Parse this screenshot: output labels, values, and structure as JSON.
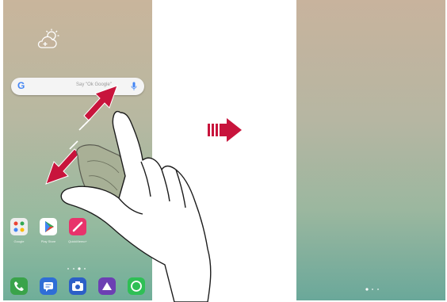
{
  "left_screen": {
    "weather_icon": "cloud-sun-icon",
    "search_bar": {
      "logo": "G",
      "hint": "Say \"Ok Google\"",
      "mic_icon": "mic-icon"
    },
    "apps": [
      {
        "name": "Google",
        "icon": "folder-icon"
      },
      {
        "name": "Play Store",
        "icon": "play-store-icon"
      },
      {
        "name": "QuickMemo+",
        "icon": "pen-icon"
      }
    ],
    "dock": [
      {
        "icon": "phone-icon",
        "color": "#3aa34a"
      },
      {
        "icon": "messages-icon",
        "color": "#2f6ed6"
      },
      {
        "icon": "camera-icon",
        "color": "#2c5fc7"
      },
      {
        "icon": "gallery-icon",
        "color": "#6c3fb3"
      },
      {
        "icon": "whatsapp-icon",
        "color": "#2fbf55"
      }
    ]
  },
  "gesture": {
    "hand": "pinch-hand-icon",
    "arrow_color": "#c8143c"
  },
  "colors": {
    "accent": "#c8143c"
  }
}
